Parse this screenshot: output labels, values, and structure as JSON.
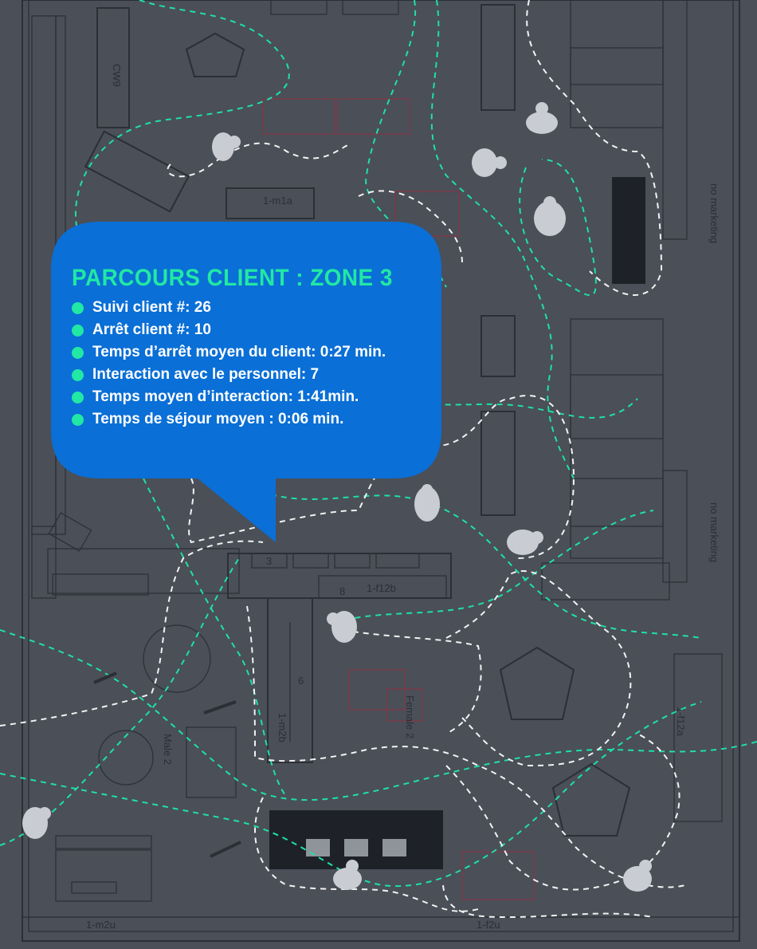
{
  "callout": {
    "title": "PARCOURS CLIENT : ZONE 3",
    "stats": [
      "Suivi client #: 26",
      "Arrêt client #: 10",
      "Temps d’arrêt moyen du client: 0:27 min.",
      "Interaction avec le personnel: 7",
      "Temps moyen d’interaction: 1:41min.",
      "Temps de séjour moyen : 0:06 min."
    ],
    "bubble_color": "#0a6fd6",
    "accent_color": "#21e8a4"
  },
  "floorplan": {
    "labels": {
      "cw": "CW9",
      "m1a": "1-m1a",
      "m2b": "1-m2b",
      "f12b": "1-f12b",
      "f12a": "1-f12a",
      "m2u": "1-m2u",
      "f2u": "1-f2u",
      "male": "Male 2",
      "female": "Female 2",
      "no_marketing_top": "no marketing",
      "no_marketing_bottom": "no marketing",
      "shelf_num": "6",
      "bay_num": "3",
      "size": "8"
    },
    "path_colors": {
      "green": "#1fe0a6",
      "white": "#f2f2f2"
    }
  }
}
